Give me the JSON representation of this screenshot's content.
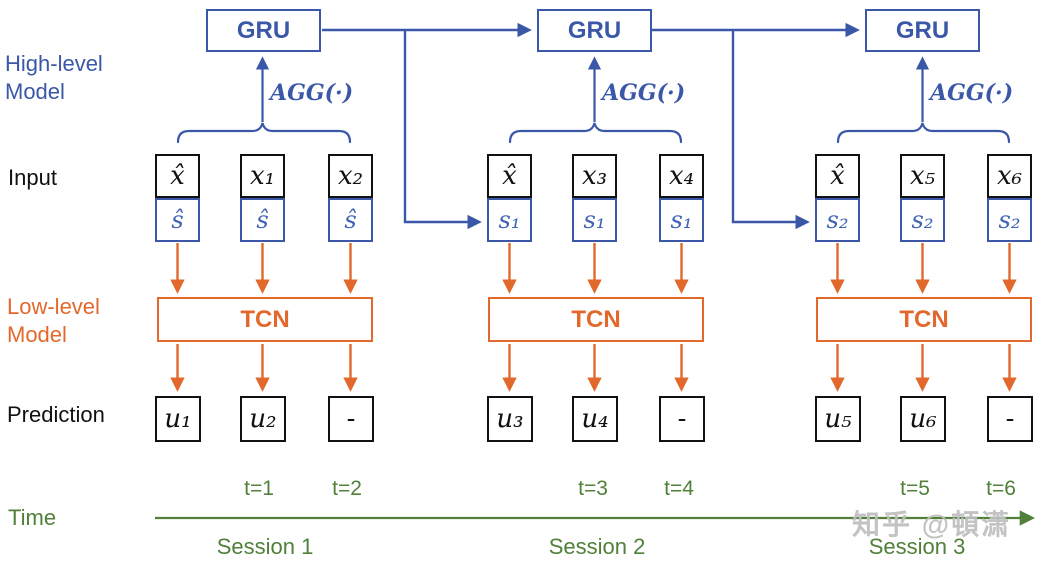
{
  "colors": {
    "blue": "#3a57a8",
    "orange": "#e2682c",
    "green": "#50803a",
    "black": "#111111",
    "watermark_gray": "#bebebe"
  },
  "row_labels": {
    "high_level_1": "High-level",
    "high_level_2": "Model",
    "input": "Input",
    "low_level_1": "Low-level",
    "low_level_2": "Model",
    "prediction": "Prediction",
    "time": "Time"
  },
  "sessions": [
    {
      "name": "Session 1",
      "gru_label": "GRU",
      "agg_label": "AGG(·)",
      "tcn_label": "TCN",
      "columns": [
        {
          "input_top": "x̂",
          "input_state": "ŝ",
          "prediction": "u₁"
        },
        {
          "input_top": "x₁",
          "input_state": "ŝ",
          "prediction": "u₂"
        },
        {
          "input_top": "x₂",
          "input_state": "ŝ",
          "prediction": "-"
        }
      ]
    },
    {
      "name": "Session 2",
      "gru_label": "GRU",
      "agg_label": "AGG(·)",
      "tcn_label": "TCN",
      "columns": [
        {
          "input_top": "x̂",
          "input_state": "s₁",
          "prediction": "u₃"
        },
        {
          "input_top": "x₃",
          "input_state": "s₁",
          "prediction": "u₄"
        },
        {
          "input_top": "x₄",
          "input_state": "s₁",
          "prediction": "-"
        }
      ]
    },
    {
      "name": "Session 3",
      "gru_label": "GRU",
      "agg_label": "AGG(·)",
      "tcn_label": "TCN",
      "columns": [
        {
          "input_top": "x̂",
          "input_state": "s₂",
          "prediction": "u₅"
        },
        {
          "input_top": "x₅",
          "input_state": "s₂",
          "prediction": "u₆"
        },
        {
          "input_top": "x₆",
          "input_state": "s₂",
          "prediction": "-"
        }
      ]
    }
  ],
  "timeline": {
    "ticks": [
      "t=1",
      "t=2",
      "t=3",
      "t=4",
      "t=5",
      "t=6"
    ],
    "session_labels": [
      "Session 1",
      "Session 2",
      "Session 3"
    ]
  },
  "watermark": "知乎 @頓潇"
}
